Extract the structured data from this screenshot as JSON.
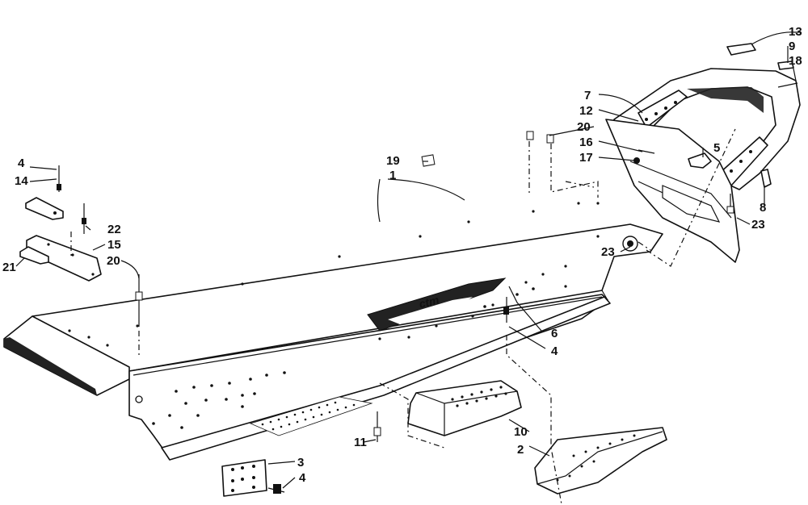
{
  "callouts": {
    "c1": "1",
    "c2": "2",
    "c3": "3",
    "c4a": "4",
    "c4b": "4",
    "c4c": "4",
    "c5": "5",
    "c6": "6",
    "c7": "7",
    "c8": "8",
    "c9": "9",
    "c10": "10",
    "c11": "11",
    "c12": "12",
    "c13": "13",
    "c14": "14",
    "c15": "15",
    "c16": "16",
    "c17": "17",
    "c18": "18",
    "c19": "19",
    "c20a": "20",
    "c20b": "20",
    "c21": "21",
    "c22": "22",
    "c23a": "23",
    "c23b": "23"
  },
  "decal_text": "ctm"
}
